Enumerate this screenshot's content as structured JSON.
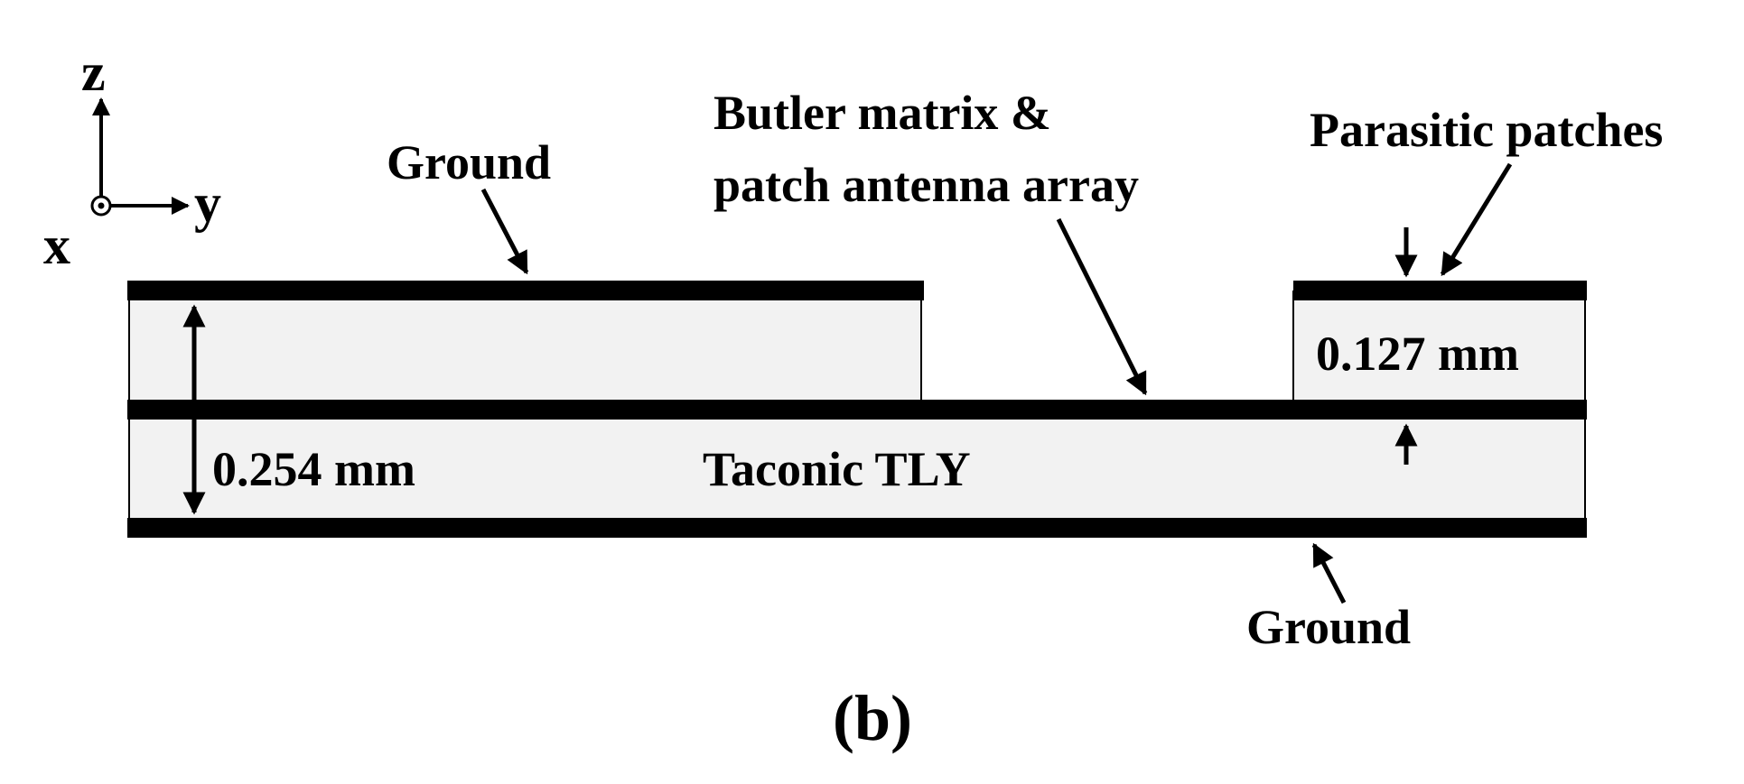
{
  "axes": {
    "z": "z",
    "y": "y",
    "x": "x"
  },
  "labels": {
    "ground_top": "Ground",
    "butler_line1": "Butler matrix &",
    "butler_line2": "patch antenna array",
    "parasitic": "Parasitic patches",
    "thickness_top": "0.127 mm",
    "thickness_total": "0.254 mm",
    "substrate": "Taconic TLY",
    "ground_bottom": "Ground",
    "caption": "(b)"
  },
  "colors": {
    "metal": "#000000",
    "substrate": "#f2f2f2",
    "background": "#ffffff"
  }
}
